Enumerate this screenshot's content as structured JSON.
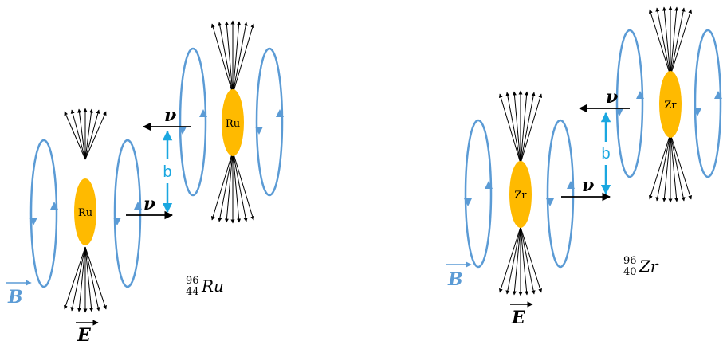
{
  "colors": {
    "nucleus": "#ffba00",
    "magnetic": "#5b9bd5",
    "impact": "#1aa7e0",
    "electric": "#000000"
  },
  "panels": [
    {
      "nucleus_label": "Ru",
      "velocity_label": "ν",
      "impact_label": "b",
      "isotope": {
        "mass": "96",
        "charge": "44",
        "symbol": "Ru"
      },
      "b_label": "B",
      "e_label": "E"
    },
    {
      "nucleus_label": "Zr",
      "velocity_label": "ν",
      "impact_label": "b",
      "isotope": {
        "mass": "96",
        "charge": "40",
        "symbol": "Zr"
      },
      "b_label": "B",
      "e_label": "E"
    }
  ]
}
